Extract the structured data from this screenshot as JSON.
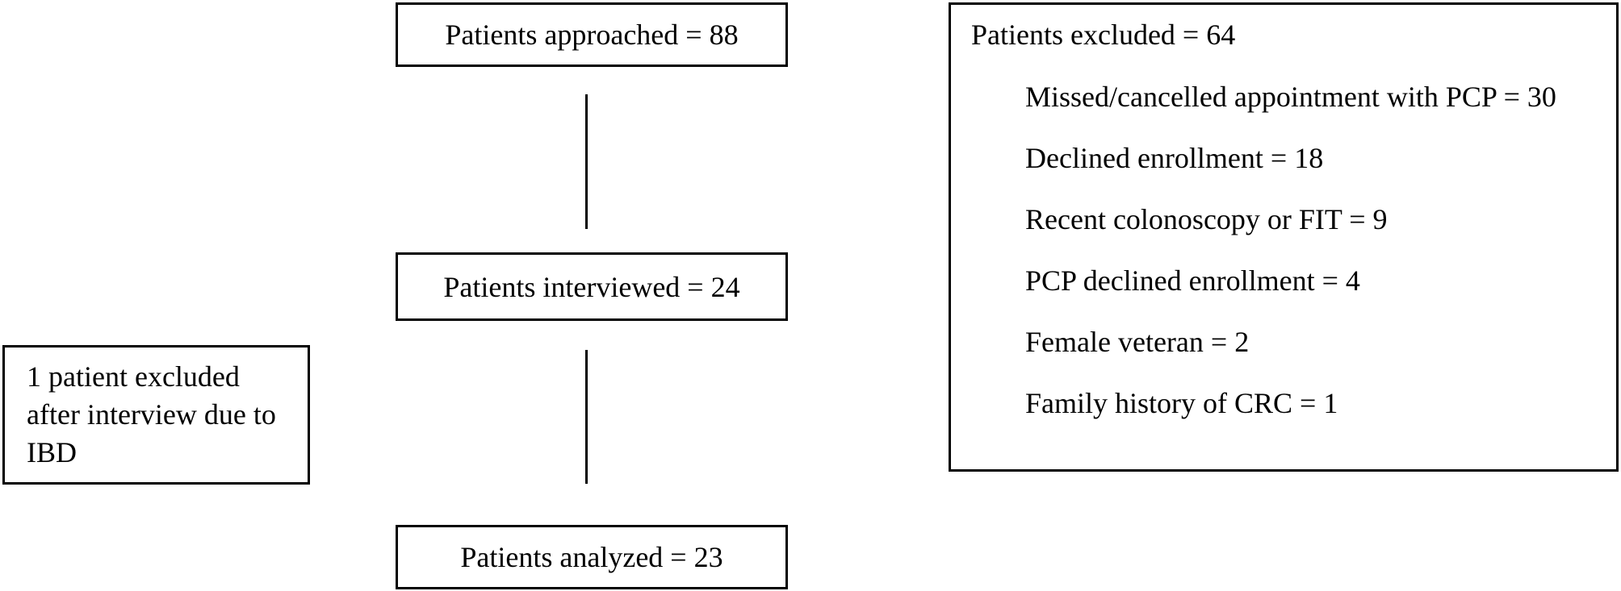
{
  "flow": {
    "approached": "Patients approached = 88",
    "interviewed": "Patients interviewed = 24",
    "analyzed": "Patients analyzed = 23"
  },
  "post_interview_exclusion": {
    "lines": [
      "1 patient excluded",
      "after interview due to",
      "IBD"
    ]
  },
  "excluded": {
    "title": "Patients excluded = 64",
    "reasons": [
      "Missed/cancelled appointment with PCP = 30",
      "Declined enrollment = 18",
      "Recent colonoscopy or FIT = 9",
      "PCP declined enrollment = 4",
      "Female veteran = 2",
      "Family history of CRC = 1"
    ]
  }
}
